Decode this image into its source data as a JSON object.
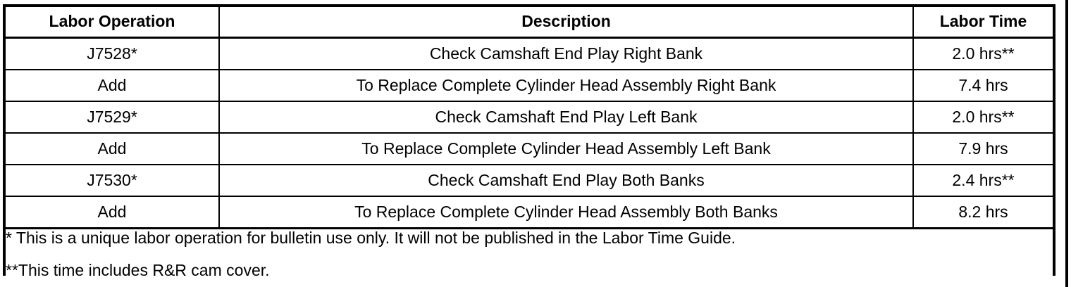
{
  "table": {
    "columns": [
      {
        "key": "labor_operation",
        "label": "Labor Operation",
        "align": "center"
      },
      {
        "key": "description",
        "label": "Description",
        "align": "center"
      },
      {
        "key": "labor_time",
        "label": "Labor Time",
        "align": "center"
      }
    ],
    "rows": [
      {
        "labor_operation": "J7528*",
        "description": "Check Camshaft End Play Right Bank",
        "labor_time": "2.0 hrs**"
      },
      {
        "labor_operation": "Add",
        "description": "To Replace Complete Cylinder Head Assembly Right Bank",
        "labor_time": "7.4 hrs"
      },
      {
        "labor_operation": "J7529*",
        "description": "Check Camshaft End Play Left Bank",
        "labor_time": "2.0 hrs**"
      },
      {
        "labor_operation": "Add",
        "description": "To Replace Complete Cylinder Head Assembly Left Bank",
        "labor_time": "7.9 hrs"
      },
      {
        "labor_operation": "J7530*",
        "description": "Check Camshaft End Play Both Banks",
        "labor_time": "2.4 hrs**"
      },
      {
        "labor_operation": "Add",
        "description": "To Replace Complete Cylinder Head Assembly Both Banks",
        "labor_time": "8.2 hrs"
      }
    ],
    "footnotes": [
      "* This is a unique labor operation for bulletin use only. It will not be published in the Labor Time Guide.",
      "**This time includes R&R cam cover."
    ]
  },
  "colors": {
    "text": "#000000",
    "background": "#ffffff",
    "border": "#000000"
  }
}
